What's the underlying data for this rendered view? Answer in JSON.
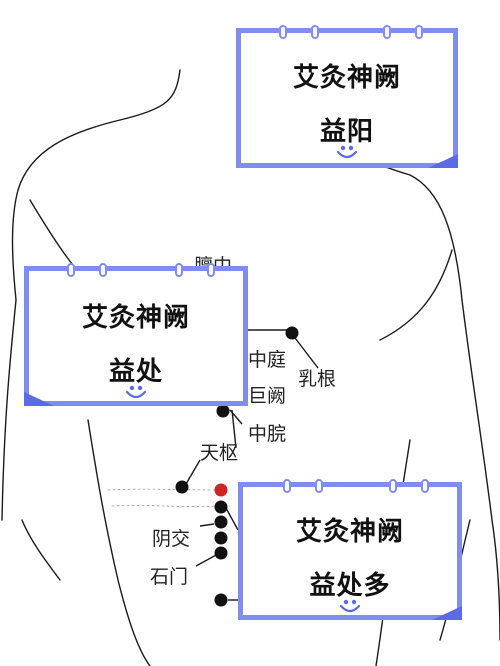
{
  "cards": {
    "top": {
      "line1": "艾灸神阙",
      "line2": "益阳"
    },
    "middle": {
      "line1": "艾灸神阙",
      "line2": "益处"
    },
    "bottom": {
      "line1": "艾灸神阙",
      "line2": "益处多"
    }
  },
  "points": {
    "danzhong": "膻中",
    "zhongting": "中庭",
    "rugen": "乳根",
    "juque": "巨阙",
    "zhongwan": "中脘",
    "tianshu": "天枢",
    "yinjiao": "阴交",
    "shimen": "石门"
  },
  "colors": {
    "card_border": "#7f8cf0",
    "card_corner": "#5d6ae6",
    "acupoint": "#111111",
    "shenque_point": "#d32222"
  }
}
